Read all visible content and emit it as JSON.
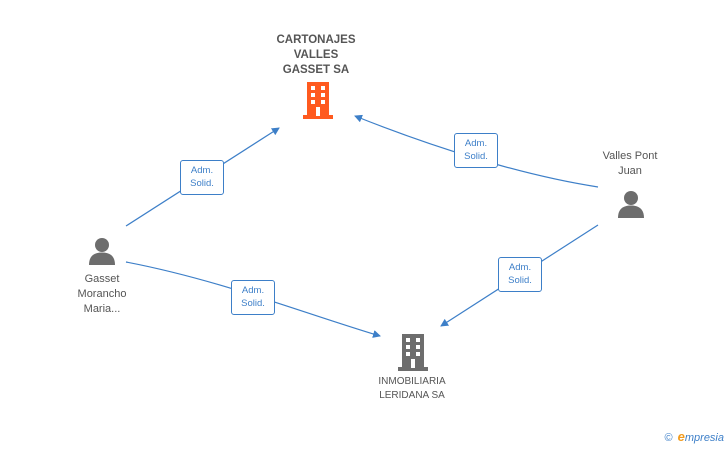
{
  "nodes": {
    "cartonajes": {
      "lines": [
        "CARTONAJES",
        "VALLES",
        "GASSET SA"
      ],
      "type": "company",
      "color": "#ff5a1f",
      "icon": "building-icon"
    },
    "inmobiliaria": {
      "lines": [
        "INMOBILIARIA",
        "LERIDANA SA"
      ],
      "type": "company",
      "color": "#6d6d6d",
      "icon": "building-icon"
    },
    "valles": {
      "lines": [
        "Valles Pont",
        "Juan"
      ],
      "type": "person",
      "color": "#6d6d6d",
      "icon": "person-icon"
    },
    "gasset": {
      "lines": [
        "Gasset",
        "Morancho",
        "Maria..."
      ],
      "type": "person",
      "color": "#6d6d6d",
      "icon": "person-icon"
    }
  },
  "edges": [
    {
      "from": "gasset",
      "to": "cartonajes",
      "label": [
        "Adm.",
        "Solid."
      ]
    },
    {
      "from": "valles",
      "to": "cartonajes",
      "label": [
        "Adm.",
        "Solid."
      ]
    },
    {
      "from": "gasset",
      "to": "inmobiliaria",
      "label": [
        "Adm.",
        "Solid."
      ]
    },
    {
      "from": "valles",
      "to": "inmobiliaria",
      "label": [
        "Adm.",
        "Solid."
      ]
    }
  ],
  "colors": {
    "edge": "#3d7fc8",
    "label_border": "#3d7fc8",
    "brand_accent": "#f29c1f"
  },
  "footer": {
    "copyright_symbol": "©",
    "brand_initial": "e",
    "brand_rest": "mpresia"
  }
}
